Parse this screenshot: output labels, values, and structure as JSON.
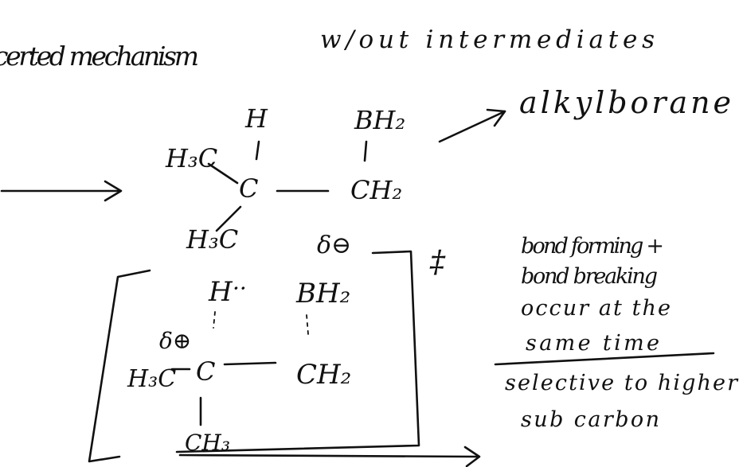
{
  "header": {
    "concerted": "certed mechanism",
    "without_intermediates": "w/out intermediates",
    "alkylborane": "alkylborane"
  },
  "product": {
    "h_top": "H",
    "bh2_top": "BH₂",
    "h3c_upper": "H₃C",
    "c_center": "C",
    "ch2_right": "CH₂",
    "h3c_lower": "H₃C"
  },
  "transition_state": {
    "delta_minus": "δ⊖",
    "h_atom": "H",
    "dots_hb": "··",
    "bh2": "BH₂",
    "delta_plus": "δ⊕",
    "h3c_left": "H₃C",
    "c_center": "C",
    "ch2_right": "CH₂",
    "ch3_bottom": "CH₃",
    "double_dagger": "‡"
  },
  "notes": {
    "line1": "bond forming +",
    "line2": "bond breaking",
    "line3": "occur at the",
    "line4": "same time",
    "line5": "selective to higher",
    "line6": "sub carbon"
  },
  "colors": {
    "ink": "#111111",
    "paper": "#ffffff"
  }
}
